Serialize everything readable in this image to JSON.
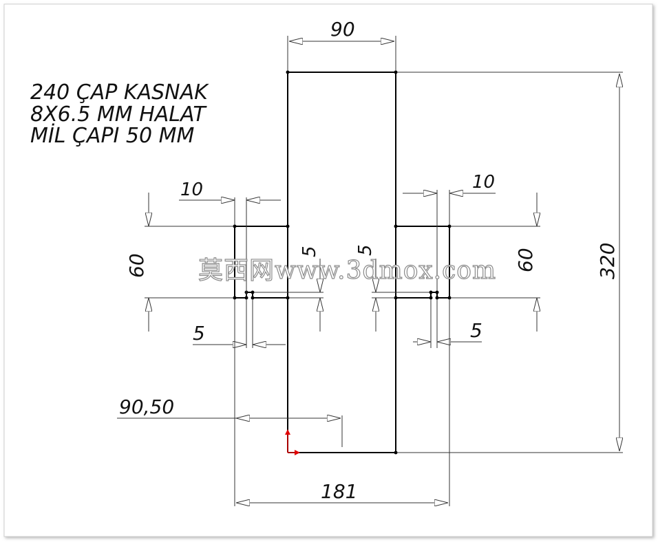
{
  "notes": {
    "line1": "240 ÇAP KASNAK",
    "line2": "8X6.5 MM HALAT",
    "line3": "MİL ÇAPI 50 MM"
  },
  "dimensions": {
    "top_width": "90",
    "left_groove_width": "10",
    "right_groove_width": "10",
    "left_flange_height": "60",
    "right_flange_height": "60",
    "left_step": "5",
    "right_step": "5",
    "left_lip": "5",
    "right_lip": "5",
    "total_height": "320",
    "radius_offset": "90,50",
    "total_width": "181"
  },
  "watermark": "莫西网www.3dmox.com",
  "colors": {
    "line": "#000000",
    "dim_line": "#333333",
    "origin_x": "#e00000",
    "origin_y": "#e00000"
  }
}
